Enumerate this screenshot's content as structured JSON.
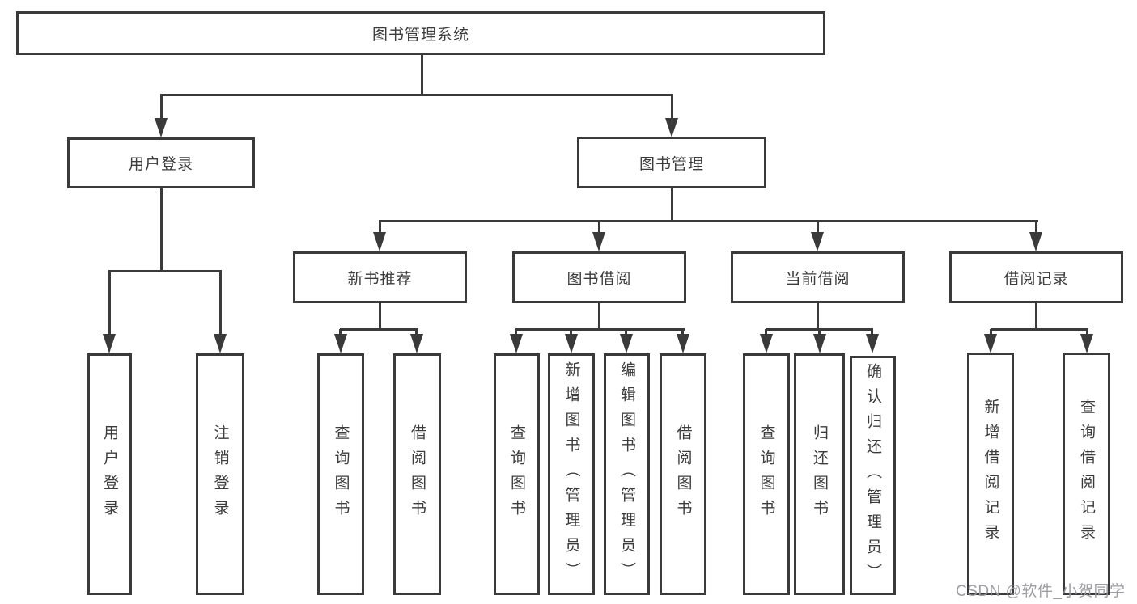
{
  "diagram": {
    "title": "图书管理系统",
    "root": "图书管理系统",
    "branches": [
      {
        "label": "用户登录",
        "children": [
          "用户登录",
          "注销登录"
        ]
      },
      {
        "label": "图书管理",
        "sections": [
          {
            "label": "新书推荐",
            "children": [
              "查询图书",
              "借阅图书"
            ]
          },
          {
            "label": "图书借阅",
            "children": [
              "查询图书",
              "新增图书（管理员）",
              "编辑图书（管理员）",
              "借阅图书"
            ]
          },
          {
            "label": "当前借阅",
            "children": [
              "查询图书",
              "归还图书",
              "确认归还（管理员）"
            ]
          },
          {
            "label": "借阅记录",
            "children": [
              "新增借阅记录",
              "查询借阅记录"
            ]
          }
        ]
      }
    ]
  },
  "watermark": "CSDN @软件_小贺同学",
  "colors": {
    "line": "#3a3a3a",
    "text": "#3c3c3c",
    "background": "#ffffff",
    "watermark": "#98999e"
  }
}
